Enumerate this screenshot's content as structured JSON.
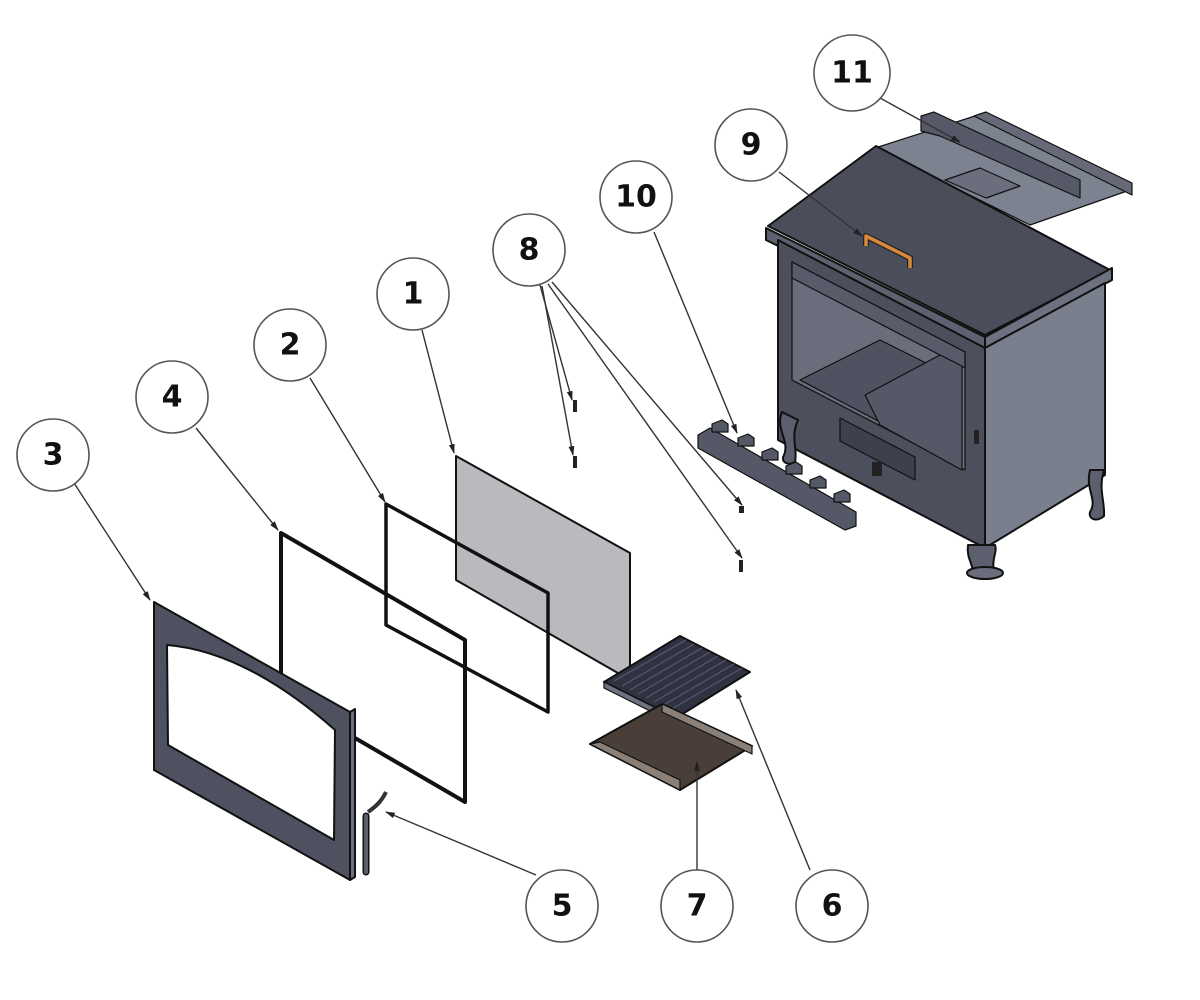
{
  "diagram": {
    "type": "exploded-parts-view",
    "subject": "wood-burning stove",
    "colors": {
      "body_dark": "#4a4d5a",
      "body_mid": "#5c606e",
      "body_light": "#7a7f8e",
      "glass": "#b9babd",
      "ash_pan": "#4a3f38",
      "ash_pan_rim": "#8a8078",
      "handle": "#d58a3a",
      "grate": "#2f3240"
    },
    "callouts": [
      {
        "number": "1",
        "part": "glass panel"
      },
      {
        "number": "2",
        "part": "glass gasket frame"
      },
      {
        "number": "3",
        "part": "door frame"
      },
      {
        "number": "4",
        "part": "door seal"
      },
      {
        "number": "5",
        "part": "door handle latch"
      },
      {
        "number": "6",
        "part": "cast-iron grate"
      },
      {
        "number": "7",
        "part": "ash pan"
      },
      {
        "number": "8",
        "part": "glass clips"
      },
      {
        "number": "9",
        "part": "top handle"
      },
      {
        "number": "10",
        "part": "log retainer"
      },
      {
        "number": "11",
        "part": "top deflector plate"
      }
    ]
  }
}
